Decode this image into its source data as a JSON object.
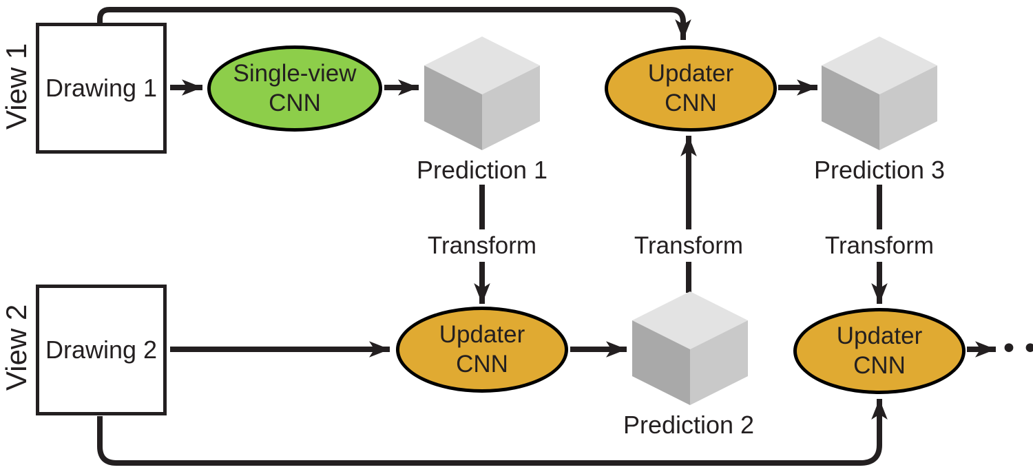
{
  "colors": {
    "line": "#231f20",
    "green": "#8dce4a",
    "orange": "#e0aa32",
    "cube-top": "#e3e3e3",
    "cube-left": "#a9a9a9",
    "cube-right": "#c9c9c9",
    "background": "#ffffff"
  },
  "rows": {
    "view1": {
      "label": "View 1",
      "drawing_label": "Drawing 1"
    },
    "view2": {
      "label": "View 2",
      "drawing_label": "Drawing 2"
    }
  },
  "nodes": {
    "single_view_cnn": {
      "line1": "Single-view",
      "line2": "CNN"
    },
    "updater_cnn_top": {
      "line1": "Updater",
      "line2": "CNN"
    },
    "updater_cnn_mid": {
      "line1": "Updater",
      "line2": "CNN"
    },
    "updater_cnn_right": {
      "line1": "Updater",
      "line2": "CNN"
    }
  },
  "predictions": {
    "p1": "Prediction 1",
    "p2": "Prediction 2",
    "p3": "Prediction 3"
  },
  "transforms": {
    "t1": "Transform",
    "t2": "Transform",
    "t3": "Transform"
  },
  "ellipsis": "•••"
}
